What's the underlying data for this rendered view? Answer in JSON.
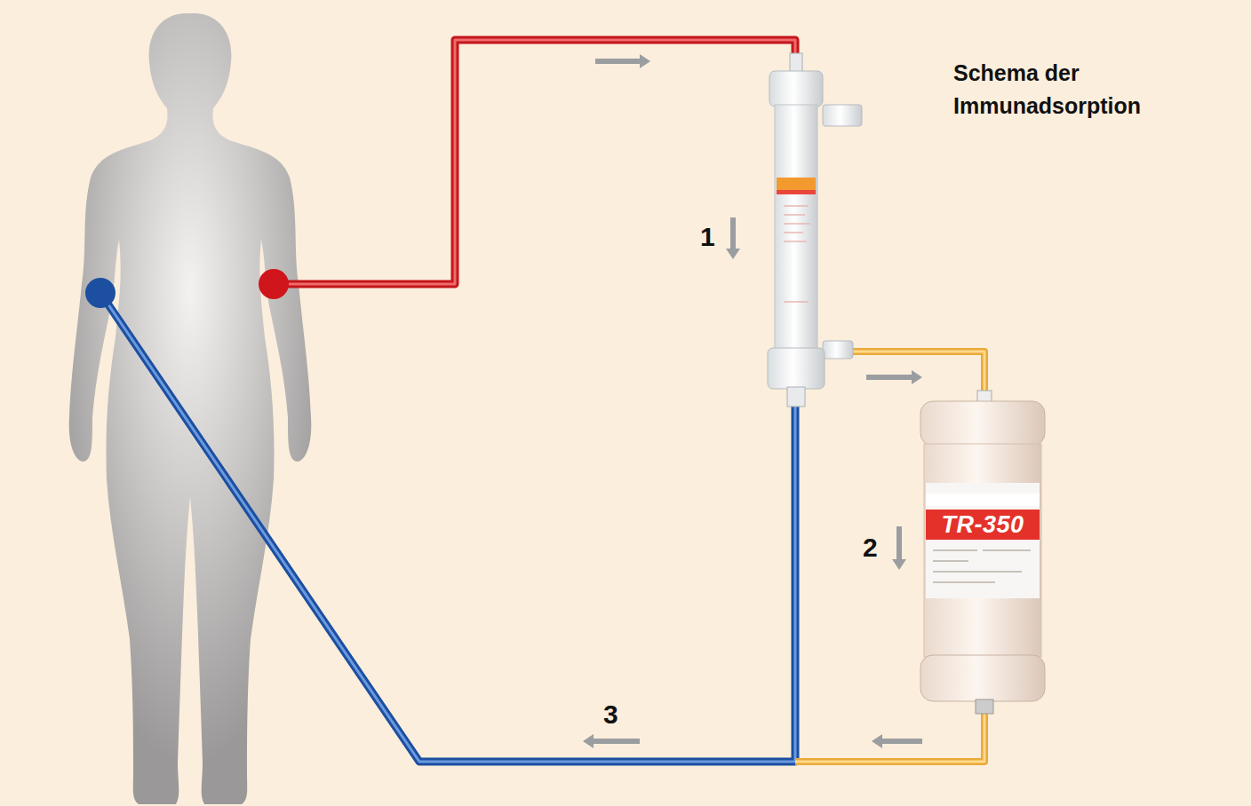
{
  "diagram": {
    "title": "Schema der Immunadsorption",
    "labels": [
      "1",
      "2",
      "3",
      "TR-350"
    ]
  }
}
